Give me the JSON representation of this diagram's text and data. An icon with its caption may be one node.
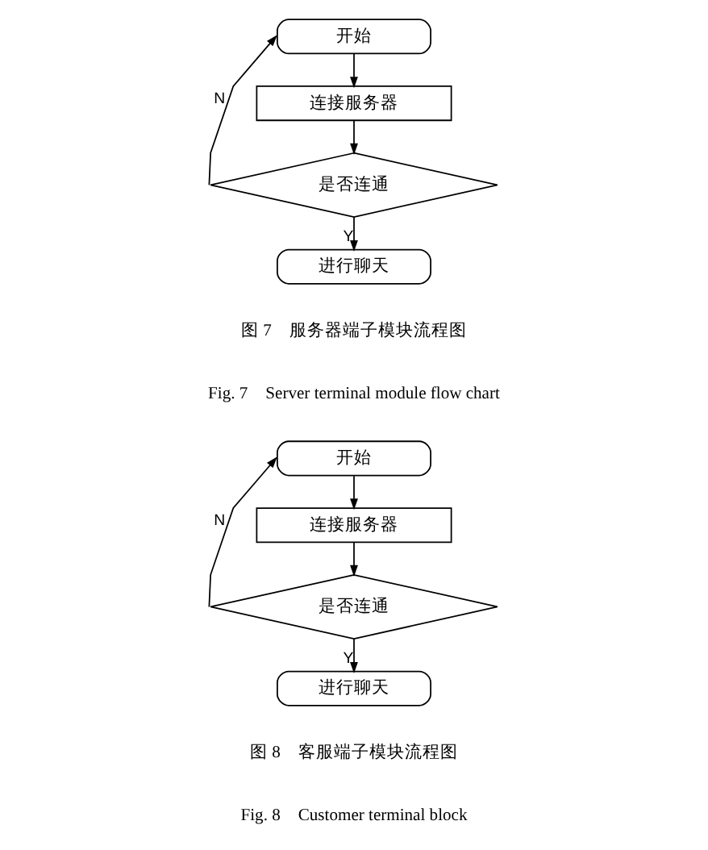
{
  "diagram": {
    "nodes": [
      {
        "text": [
          "开始"
        ]
      },
      {
        "text": [
          "连接服务器"
        ]
      },
      {
        "text": [
          "是否连通"
        ]
      },
      {
        "text": [
          "进行聊天"
        ]
      },
      {
        "text": [
          "开始"
        ]
      },
      {
        "text": [
          "连接服务器"
        ]
      },
      {
        "text": [
          "是否连通"
        ]
      },
      {
        "text": [
          "进行聊天"
        ]
      }
    ],
    "edges": [
      {
        "from": 0,
        "to": 1,
        "arrow": "to"
      },
      {
        "from": 1,
        "to": 2,
        "arrow": "to"
      },
      {
        "from": 2,
        "to": 3,
        "arrow": "to",
        "label": "Y"
      },
      {
        "from": 2,
        "to": 0,
        "arrow": "to",
        "label": "N"
      },
      {
        "from": 4,
        "to": 5,
        "arrow": "to"
      },
      {
        "from": 5,
        "to": 6,
        "arrow": "to"
      },
      {
        "from": 6,
        "to": 7,
        "arrow": "to",
        "label": "Y"
      },
      {
        "from": 6,
        "to": 4,
        "arrow": "to",
        "label": "N"
      }
    ],
    "labels": [
      "图 7　服务器端子模块流程图",
      "Fig. 7　Server terminal module flow chart",
      "图 8　客服端子模块流程图",
      "Fig. 8　Customer terminal block"
    ]
  }
}
